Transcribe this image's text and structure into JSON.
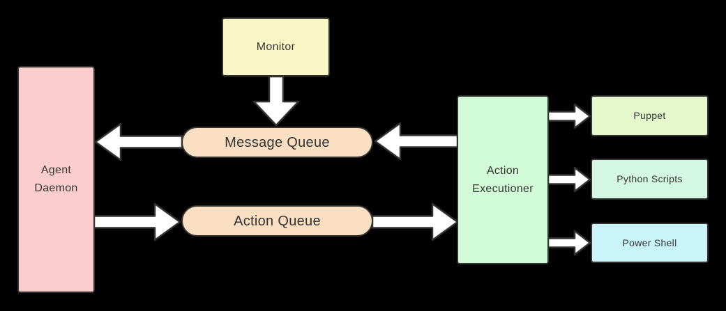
{
  "diagram": {
    "background": "#000000",
    "stroke_color": "#333333",
    "text_color": "#333333",
    "arrow_fill": "#ffffff",
    "nodes": {
      "monitor": {
        "label": "Monitor",
        "fill": "#faf7c6",
        "shape": "rectangle"
      },
      "agent_daemon": {
        "label": "Agent Daemon",
        "lines": [
          "Agent",
          "Daemon"
        ],
        "fill": "#fccdcd",
        "shape": "rectangle"
      },
      "message_queue": {
        "label": "Message Queue",
        "fill": "#fbdfc2",
        "shape": "pill"
      },
      "action_queue": {
        "label": "Action Queue",
        "fill": "#fbdfc2",
        "shape": "pill"
      },
      "action_executioner": {
        "label": "Action Executioner",
        "lines": [
          "Action",
          "Executioner"
        ],
        "fill": "#d2fbd8",
        "shape": "rectangle"
      },
      "puppet": {
        "label": "Puppet",
        "fill": "#e6f9cd",
        "shape": "rectangle"
      },
      "python_scripts": {
        "label": "Python Scripts",
        "fill": "#d4f8e4",
        "shape": "rectangle"
      },
      "power_shell": {
        "label": "Power Shell",
        "fill": "#c9f5fa",
        "shape": "rectangle"
      }
    },
    "edges": [
      {
        "from": "Monitor",
        "to": "Message Queue",
        "direction": "down"
      },
      {
        "from": "Message Queue",
        "to": "Agent Daemon",
        "direction": "left"
      },
      {
        "from": "Action Executioner",
        "to": "Message Queue",
        "direction": "left"
      },
      {
        "from": "Agent Daemon",
        "to": "Action Queue",
        "direction": "right"
      },
      {
        "from": "Action Queue",
        "to": "Action Executioner",
        "direction": "right"
      },
      {
        "from": "Action Executioner",
        "to": "Puppet",
        "direction": "right"
      },
      {
        "from": "Action Executioner",
        "to": "Python Scripts",
        "direction": "right"
      },
      {
        "from": "Action Executioner",
        "to": "Power Shell",
        "direction": "right"
      }
    ]
  }
}
